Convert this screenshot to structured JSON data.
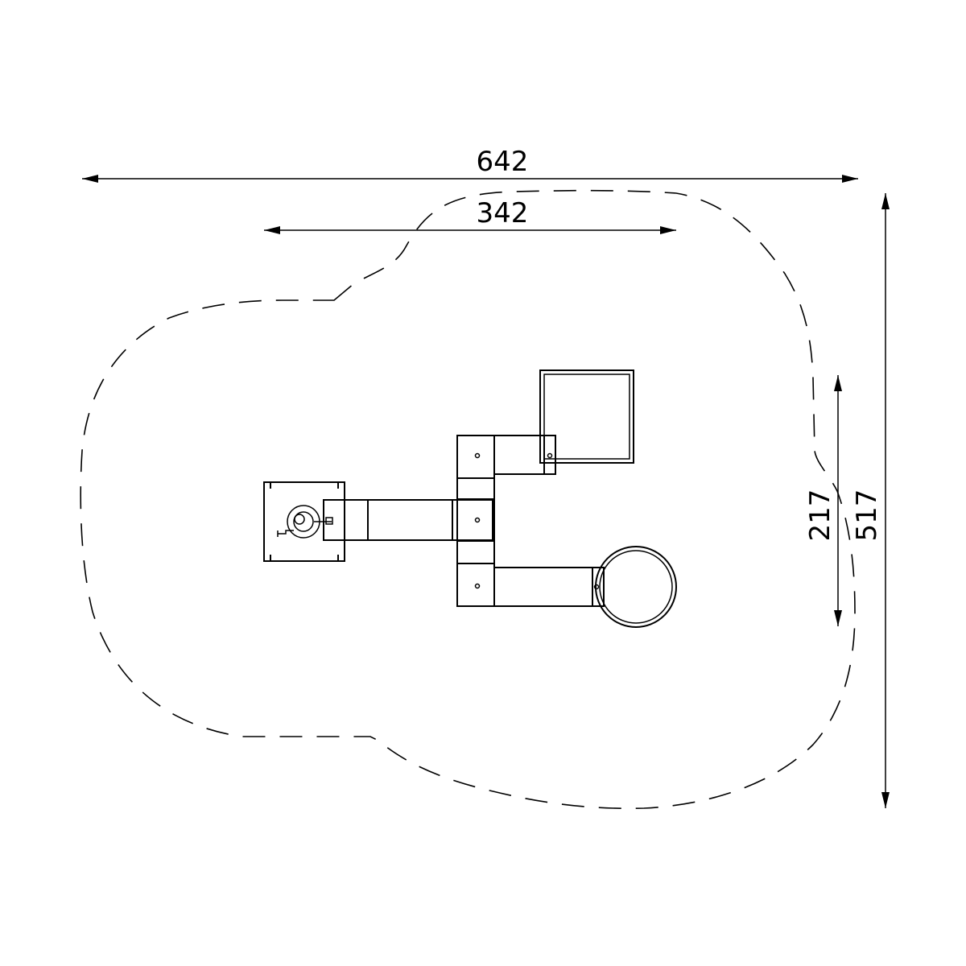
{
  "dimensions": {
    "overall_width": "642",
    "inner_width": "342",
    "inner_height": "217",
    "overall_height": "517"
  },
  "colors": {
    "line": "#000000",
    "background": "#ffffff"
  }
}
